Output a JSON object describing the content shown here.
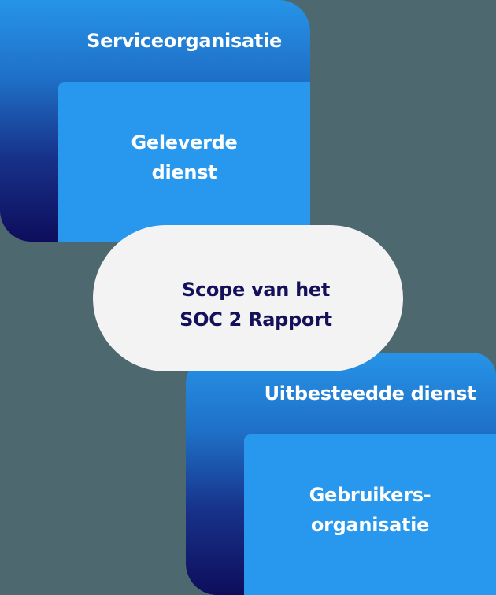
{
  "diagram": {
    "service_org": {
      "title": "Serviceorganisatie",
      "inner_lines": [
        "Geleverde",
        "dienst"
      ]
    },
    "scope": {
      "lines": [
        "Scope van het",
        "SOC 2 Rapport"
      ]
    },
    "user_org": {
      "title": "Uitbesteedde dienst",
      "inner_lines": [
        "Gebruikers-",
        "organisatie"
      ]
    }
  },
  "colors": {
    "background": "#4e6870",
    "gradient_top": "#2694e8",
    "gradient_bottom": "#0e0d5c",
    "inner_card": "#2898ee",
    "pill": "#f3f3f4",
    "pill_text": "#14115a",
    "card_text": "#ffffff"
  }
}
